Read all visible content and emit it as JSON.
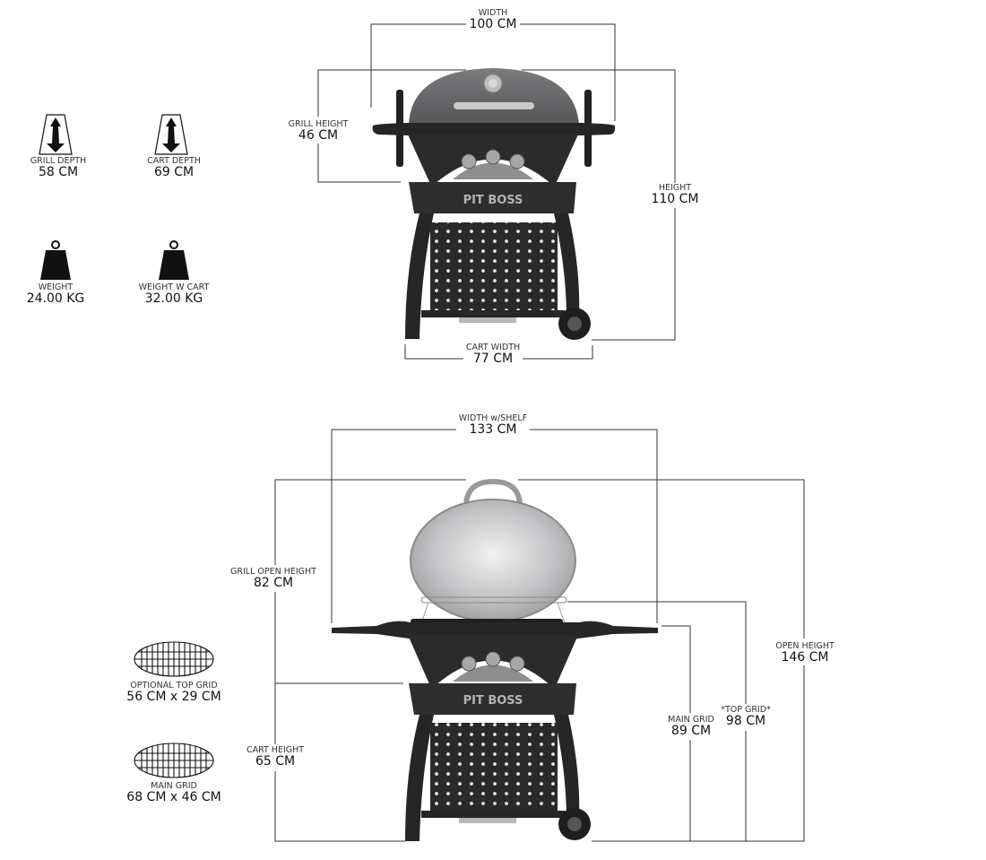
{
  "brand": "PIT BOSS",
  "colors": {
    "line": "#333333",
    "grill_dark": "#2a2a2a",
    "lid_grey": "#6e6e70",
    "lid_open": "#c9c9cb",
    "text": "#1a1a1a"
  },
  "closed_view": {
    "width": {
      "caption": "WIDTH",
      "value": "100 CM"
    },
    "grill_height": {
      "caption": "GRILL HEIGHT",
      "value": "46 CM"
    },
    "height": {
      "caption": "HEIGHT",
      "value": "110 CM"
    },
    "cart_width": {
      "caption": "CART WIDTH",
      "value": "77 CM"
    }
  },
  "open_view": {
    "width_shelf": {
      "caption": "WIDTH w/SHELF",
      "value": "133 CM"
    },
    "grill_open_height": {
      "caption": "GRILL OPEN HEIGHT",
      "value": "82 CM"
    },
    "open_height": {
      "caption": "OPEN HEIGHT",
      "value": "146 CM"
    },
    "main_grid_height": {
      "caption": "MAIN GRID",
      "value": "89 CM"
    },
    "top_grid_height": {
      "caption": "*TOP GRID*",
      "value": "98 CM"
    },
    "cart_height": {
      "caption": "CART HEIGHT",
      "value": "65 CM"
    }
  },
  "specs": [
    {
      "icon": "depth-arrow-icon",
      "caption": "GRILL DEPTH",
      "value": "58 CM"
    },
    {
      "icon": "depth-arrow-icon",
      "caption": "CART DEPTH",
      "value": "69 CM"
    },
    {
      "icon": "weight-icon",
      "caption": "WEIGHT",
      "value": "24.00 KG"
    },
    {
      "icon": "weight-icon",
      "caption": "WEIGHT W CART",
      "value": "32.00 KG"
    },
    {
      "icon": "grid-icon",
      "caption": "OPTIONAL TOP GRID",
      "value": "56 CM x 29 CM"
    },
    {
      "icon": "grid-icon",
      "caption": "MAIN GRID",
      "value": "68 CM x 46 CM"
    }
  ]
}
